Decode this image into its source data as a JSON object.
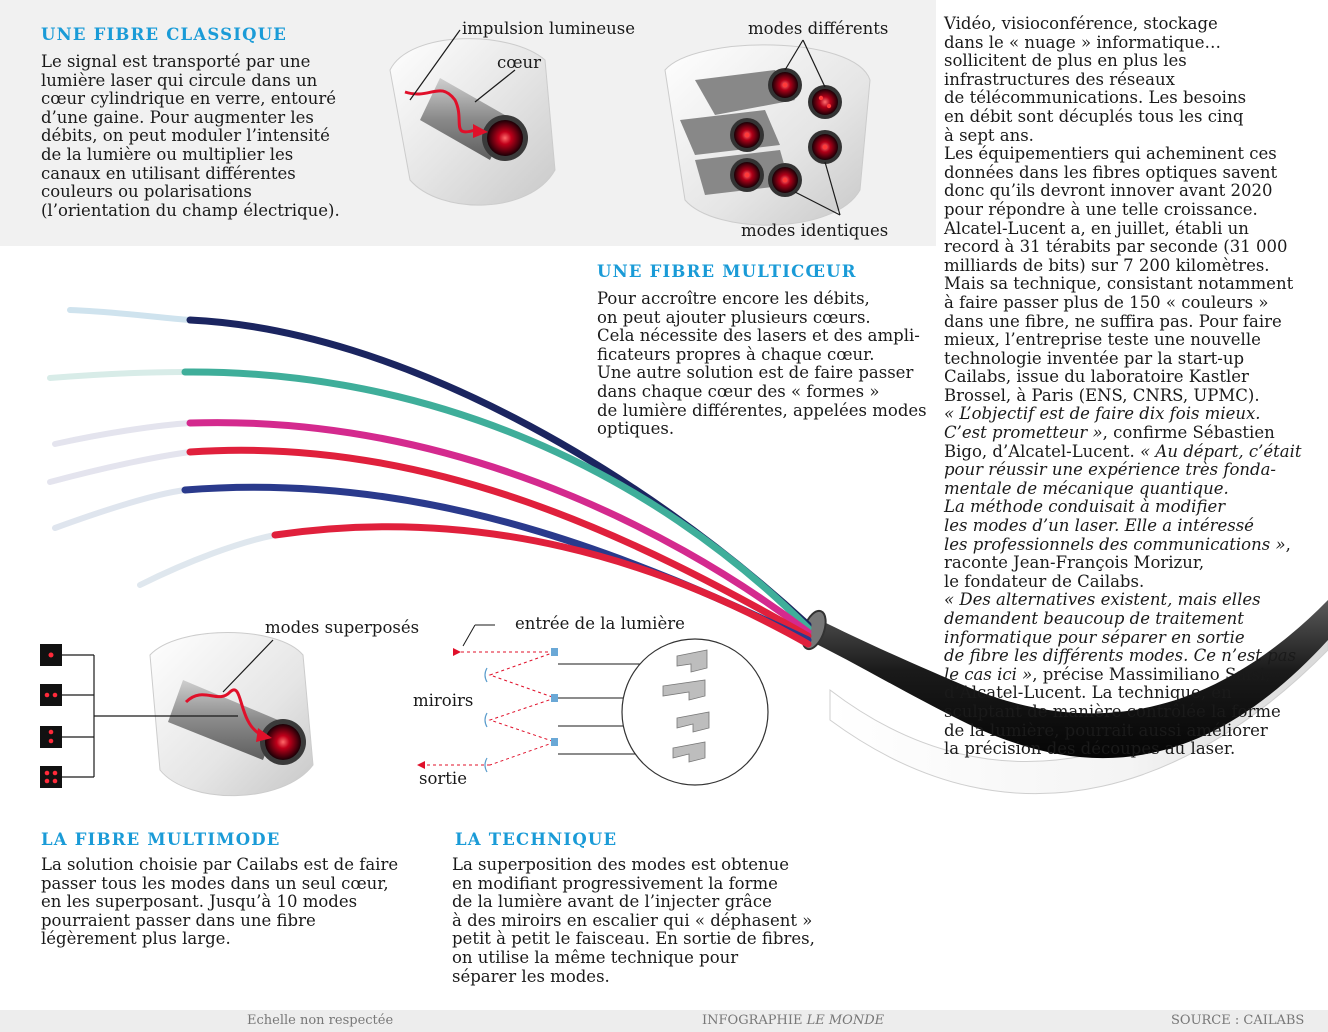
{
  "classic": {
    "title": "UNE FIBRE CLASSIQUE",
    "text": "Le signal est transporté par une\nlumière laser qui circule dans un\ncœur cylindrique en verre, entouré\nd’une gaine. Pour augmenter les\ndébits, on peut moduler l’intensité\nde la lumière ou multiplier les\ncanaux en utilisant différentes\ncouleurs ou polarisations\n(l’orientation du champ électrique).",
    "label_pulse": "impulsion lumineuse",
    "label_core": "cœur",
    "label_modes_diff": "modes différents",
    "label_modes_ident": "modes identiques"
  },
  "multicore": {
    "title": "UNE FIBRE MULTICŒUR",
    "text": "Pour accroître encore les débits,\non peut ajouter plusieurs cœurs.\nCela nécessite des lasers et des ampli-\nficateurs propres à chaque cœur.\nUne autre solution est de faire passer\ndans chaque cœur des « formes »\nde lumière différentes, appelées modes\noptiques."
  },
  "multimode": {
    "title": "LA FIBRE MULTIMODE",
    "text": "La solution choisie par Cailabs est de faire\npasser tous les modes dans un seul cœur,\nen les superposant. Jusqu’à 10 modes\npourraient passer dans une fibre\nlégèrement plus large.",
    "label_superposed": "modes superposés"
  },
  "technique": {
    "title": "LA TECHNIQUE",
    "text": "La superposition des modes est obtenue\nen modifiant progressivement la forme\nde la lumière avant de l’injecter grâce\nà des miroirs en escalier qui « déphasent »\npetit à petit le faisceau. En sortie de fibres,\non utilise la même technique pour\nséparer les modes.",
    "label_input": "entrée de la lumière",
    "label_mirrors": "miroirs",
    "label_output": "sortie"
  },
  "article": {
    "p1": "Vidéo, visioconférence, stockage\ndans le « nuage » informatique…\nsollicitent de plus en plus les\ninfrastructures des réseaux\nde télécommunications. Les besoins\nen débit sont décuplés tous les cinq\nà sept ans.",
    "p2": "Les équipementiers qui acheminent ces\ndonnées dans les fibres optiques savent\ndonc qu’ils devront innover avant 2020\npour répondre à une telle croissance.\nAlcatel-Lucent a, en juillet, établi un\nrecord à 31 térabits par seconde (31 000\nmilliards de bits) sur 7 200 kilomètres.\nMais sa technique, consistant notamment\nà faire passer plus de 150 « couleurs »\ndans une fibre, ne suffira pas. Pour faire\nmieux, l’entreprise teste une nouvelle\ntechnologie inventée par la start-up\nCailabs, issue du laboratoire Kastler\nBrossel, à Paris (ENS, CNRS, UPMC).",
    "q1": "« L’objectif est de faire dix fois mieux.\nC’est prometteur »",
    "t1": ", confirme Sébastien\nBigo, d’Alcatel-Lucent. ",
    "q2": "« Au départ, c’était\npour réussir une expérience très fonda-\nmentale de mécanique quantique.\n La méthode conduisait à modifier\nles modes d’un laser. Elle a intéressé\nles professionnels des communications »",
    "t2": ",\nraconte Jean-François Morizur,\nle fondateur de Cailabs.",
    "q3": "« Des alternatives existent, mais elles\ndemandent beaucoup de traitement\ninformatique pour séparer en sortie\nde fibre les différents modes. Ce n’est pas\nle cas ici »",
    "t3": ", précise Massimiliano Salsi,\nd’Alcatel-Lucent. La technique, en\nsculptant de manière contrôlée la forme\nde la lumière, pourrait aussi améliorer\nla précision des découpes au laser."
  },
  "footer": {
    "scale": "Echelle non respectée",
    "credit_prefix": "INFOGRAPHIE ",
    "credit_name": "LE MONDE",
    "source": "SOURCE :  CAILABS"
  },
  "colors": {
    "heading": "#1a9bd7",
    "laser": "#e0102a",
    "fiber_navy": "#1b2560",
    "fiber_teal": "#3fae9a",
    "fiber_magenta": "#d42a8e",
    "fiber_red": "#e0203c",
    "fiber_blue": "#2a3a8c"
  }
}
